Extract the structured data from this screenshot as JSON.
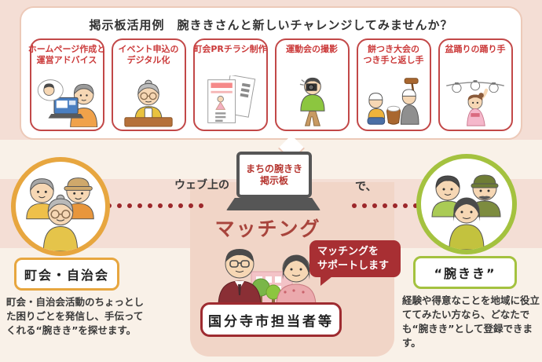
{
  "title": "掲示板活用例　腕ききさんと新しいチャレンジしてみませんか？",
  "cards": [
    {
      "line1": "ホームページ作成と",
      "line2": "運営アドバイス"
    },
    {
      "line1": "イベント申込の",
      "line2": "デジタル化"
    },
    {
      "line1": "町会PRチラシ制作",
      "line2": ""
    },
    {
      "line1": "運動会の撮影",
      "line2": ""
    },
    {
      "line1": "餅つき大会の",
      "line2": "つき手と返し手"
    },
    {
      "line1": "盆踊りの踊り手",
      "line2": ""
    }
  ],
  "matching": {
    "prefix": "ウェブ上の",
    "screen_line1": "まちの腕きき",
    "screen_line2": "掲示板",
    "suffix": "で、",
    "label": "マッチング"
  },
  "left_group": {
    "name": "町会・自治会",
    "description": "町会・自治会活動のちょっとした困りごとを発信し、手伝ってくれる“腕きき”を探せます。"
  },
  "right_group": {
    "name": "“腕きき”",
    "description": "経験や得意なことを地域に役立ててみたい方なら、どなたでも“腕きき”として登録できます。"
  },
  "support": {
    "bubble_line1": "マッチングを",
    "bubble_line2": "サポートします",
    "name": "国分寺市担当者等"
  },
  "colors": {
    "card_red": "#c24848",
    "dark_red": "#9e2b30",
    "matching_red": "#a8443c",
    "orange": "#e7a63f",
    "green": "#a4c23f",
    "pink_bg": "#f4ded5",
    "salmon_bg": "#f1d5c7",
    "cream_bg": "#f9f1e8"
  }
}
